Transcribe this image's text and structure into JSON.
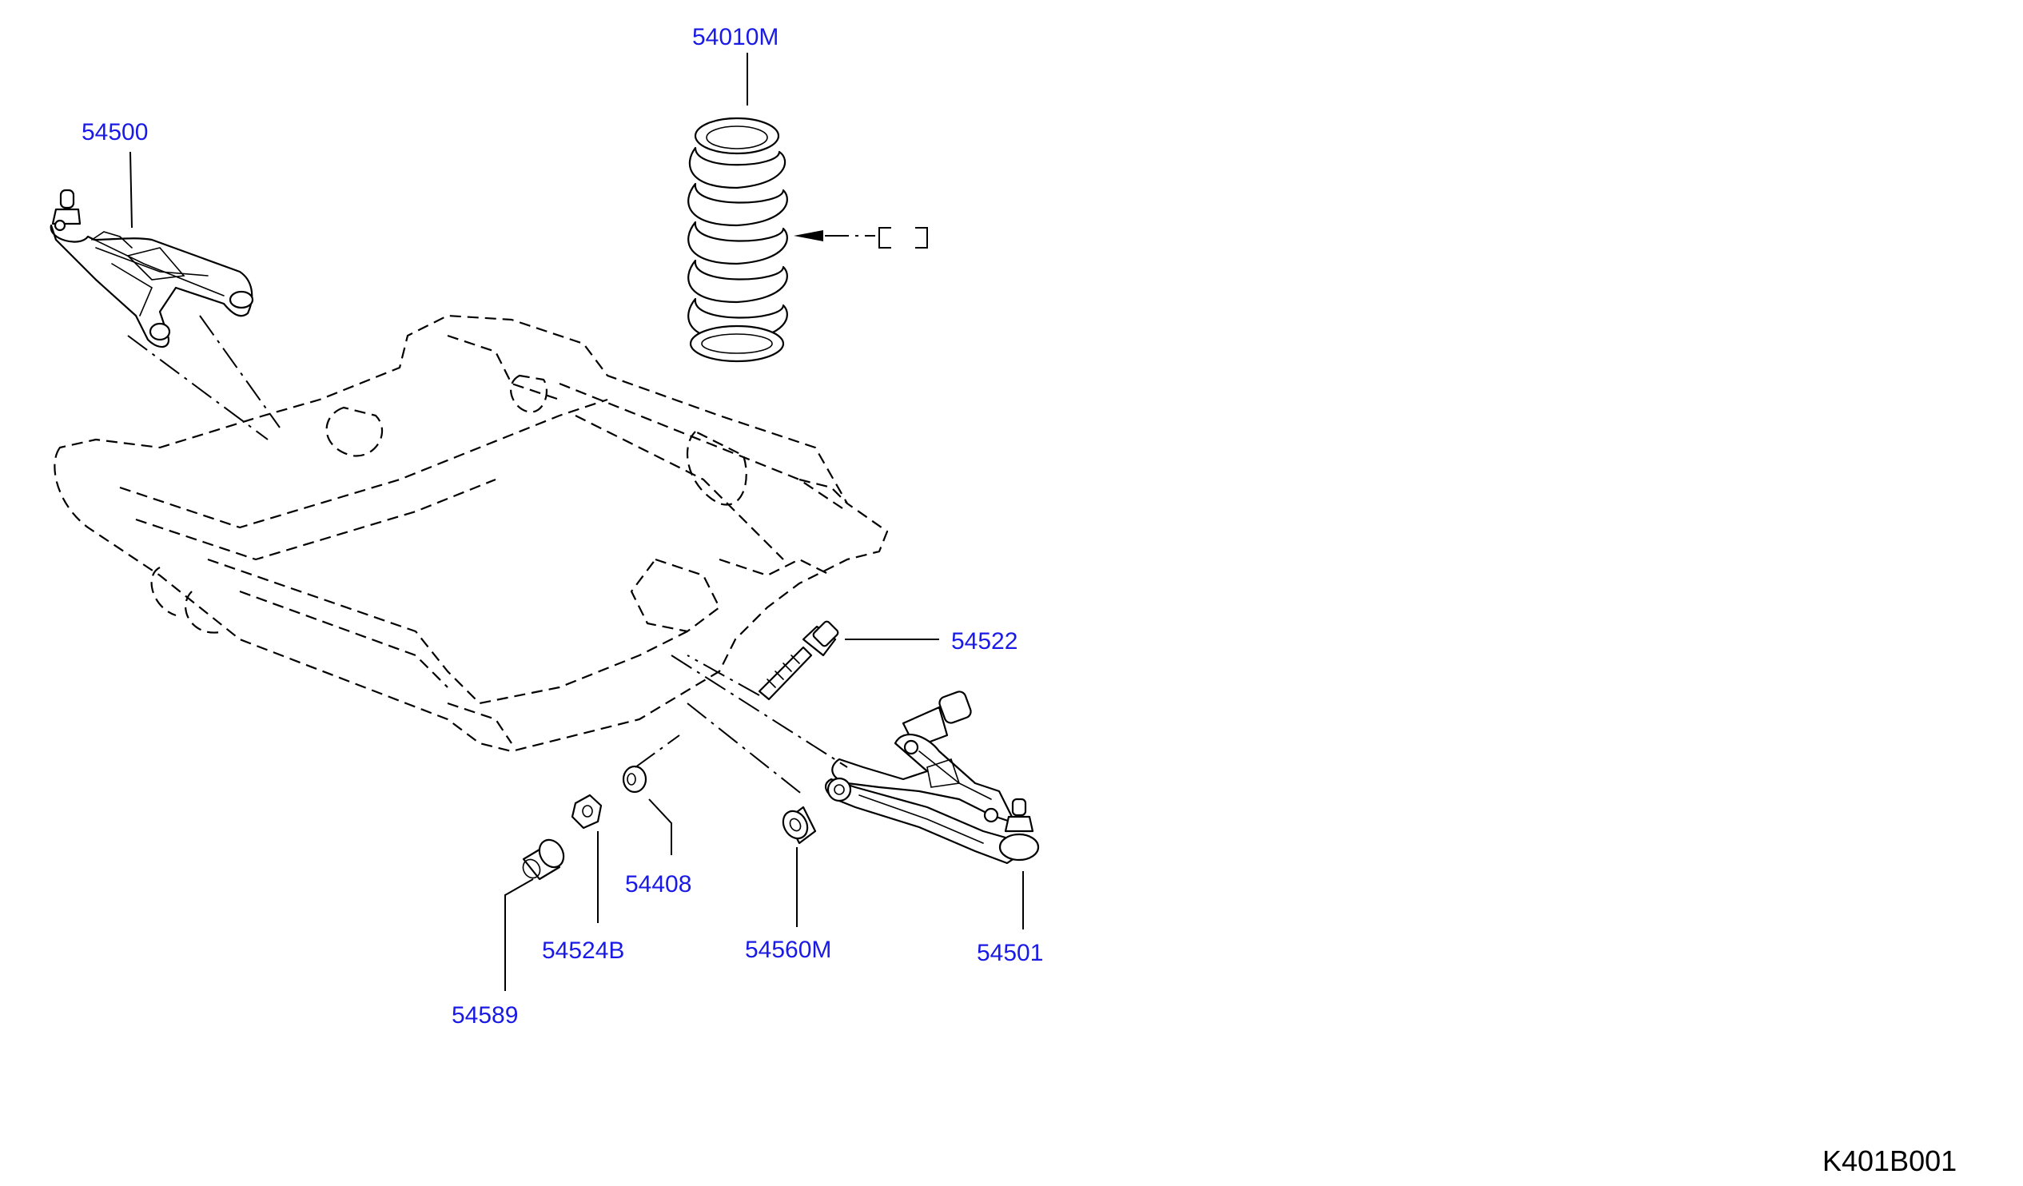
{
  "diagram": {
    "drawing_code": "K401B001",
    "callouts": [
      {
        "id": "spring",
        "label": "54010M"
      },
      {
        "id": "upper_arm",
        "label": "54500"
      },
      {
        "id": "bolt",
        "label": "54522"
      },
      {
        "id": "washer",
        "label": "54408"
      },
      {
        "id": "nut",
        "label": "54524B"
      },
      {
        "id": "bushing",
        "label": "54560M"
      },
      {
        "id": "lower_arm",
        "label": "54501"
      },
      {
        "id": "stopper",
        "label": "54589"
      }
    ],
    "colors": {
      "callout": "#1a1ae6",
      "line": "#000000",
      "background": "#ffffff"
    }
  }
}
